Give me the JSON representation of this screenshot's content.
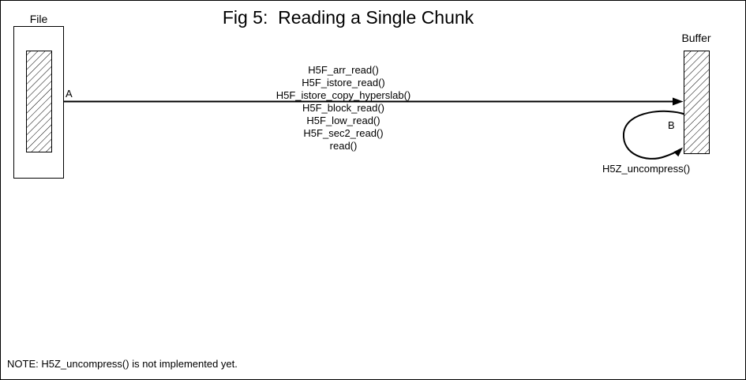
{
  "title": "Fig 5:  Reading a Single Chunk",
  "file_box": {
    "label": "File"
  },
  "buffer_box": {
    "label": "Buffer"
  },
  "arrow_a": {
    "label": "A"
  },
  "arrow_b": {
    "label": "B",
    "caption": "H5Z_uncompress()"
  },
  "call_stack": [
    "H5F_arr_read()",
    "H5F_istore_read()",
    "H5F_istore_copy_hyperslab()",
    "H5F_block_read()",
    "H5F_low_read()",
    "H5F_sec2_read()",
    "read()"
  ],
  "note": "NOTE: H5Z_uncompress() is not implemented yet.",
  "colors": {
    "ink": "#000000",
    "paper": "#ffffff"
  }
}
